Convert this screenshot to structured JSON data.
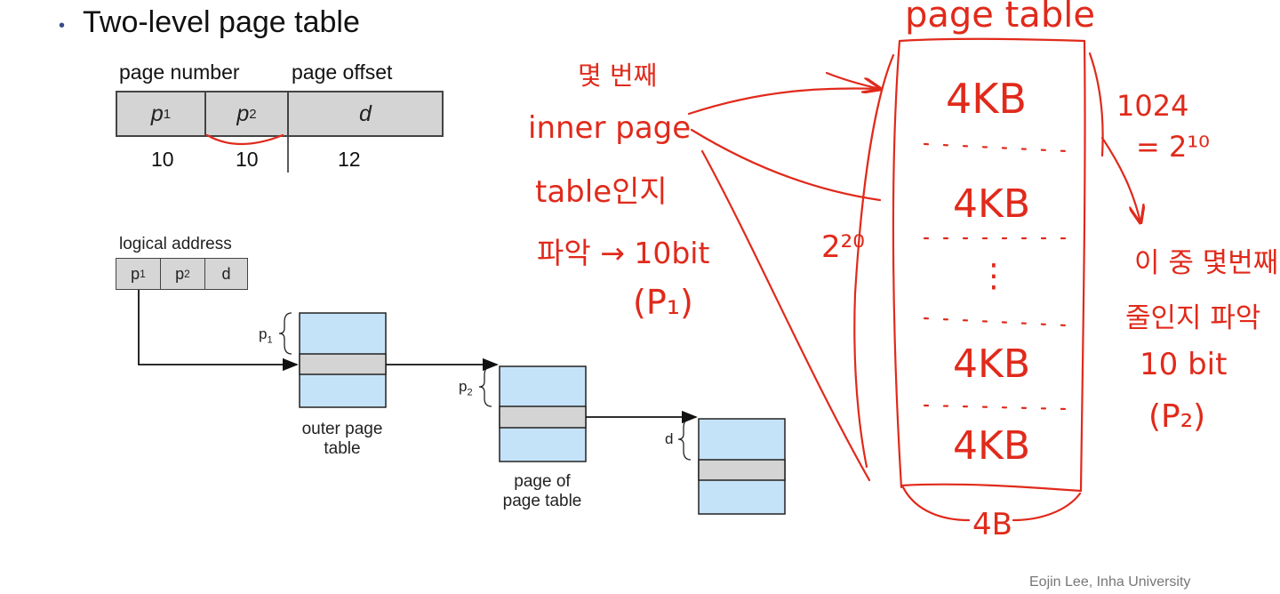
{
  "slide": {
    "bullet": "•",
    "title": "Two-level page table",
    "footer": "Eojin Lee, Inha University"
  },
  "address_format": {
    "header_left": "page number",
    "header_right": "page offset",
    "fields": [
      {
        "label": "p",
        "sub": "1",
        "bits": "10"
      },
      {
        "label": "p",
        "sub": "2",
        "bits": "10"
      },
      {
        "label": "d",
        "sub": "",
        "bits": "12"
      }
    ]
  },
  "diagram": {
    "logical_address_label": "logical address",
    "logical_fields": [
      {
        "label": "p",
        "sub": "1"
      },
      {
        "label": "p",
        "sub": "2"
      },
      {
        "label": "d",
        "sub": ""
      }
    ],
    "outer_table": {
      "brace_label": "p",
      "brace_sub": "1",
      "caption_line1": "outer page",
      "caption_line2": "table"
    },
    "inner_table": {
      "brace_label": "p",
      "brace_sub": "2",
      "caption_line1": "page of",
      "caption_line2": "page table"
    },
    "page": {
      "brace_label": "d"
    }
  },
  "annotations": {
    "page_table_title": "page table",
    "left_note": [
      "몇 번째",
      "inner page",
      "table인지",
      "파악 → 10bit",
      "(P₁)"
    ],
    "two_pow_20": "2²⁰",
    "right_count": [
      "1024",
      "= 2¹⁰"
    ],
    "right_note": [
      "이 중 몇번째",
      "줄인지 파악",
      "10 bit",
      "(P₂)"
    ],
    "cells": [
      "4KB",
      "4KB",
      "⋮",
      "4KB",
      "4KB"
    ],
    "bottom_width": "4B"
  },
  "colors": {
    "ink": "#e02a1b",
    "table_fill": "#c5e3f8",
    "selected_row": "#d4d4d4"
  }
}
